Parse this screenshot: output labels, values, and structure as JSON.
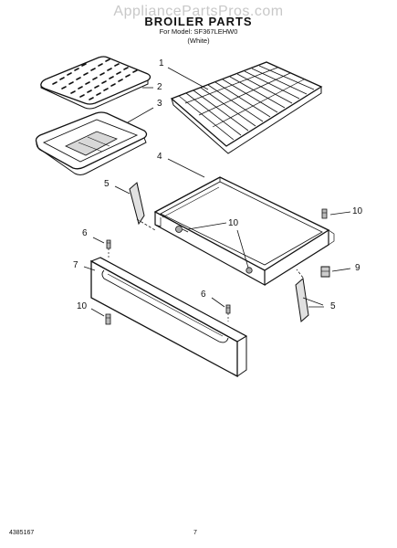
{
  "header": {
    "watermark": "AppliancePartsPros.com",
    "title": "BROILER PARTS",
    "model_line": "For Model: SF367LEHW0",
    "color_line": "(White)"
  },
  "footer": {
    "document_number": "4385167",
    "page_number": "7"
  },
  "callouts": [
    {
      "id": "c1",
      "label": "1"
    },
    {
      "id": "c2",
      "label": "2"
    },
    {
      "id": "c3",
      "label": "3"
    },
    {
      "id": "c4",
      "label": "4"
    },
    {
      "id": "c5a",
      "label": "5"
    },
    {
      "id": "c5b",
      "label": "5"
    },
    {
      "id": "c6a",
      "label": "6"
    },
    {
      "id": "c6b",
      "label": "6"
    },
    {
      "id": "c7",
      "label": "7"
    },
    {
      "id": "c9",
      "label": "9"
    },
    {
      "id": "c10a",
      "label": "10"
    },
    {
      "id": "c10b",
      "label": "10"
    },
    {
      "id": "c10c",
      "label": "10"
    }
  ]
}
